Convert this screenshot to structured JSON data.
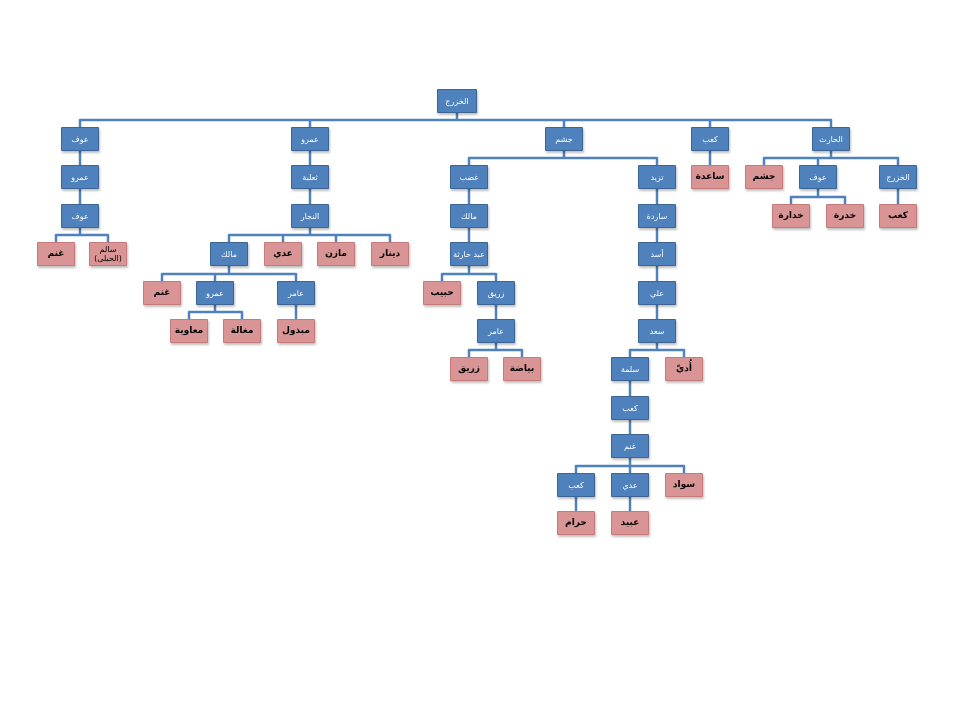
{
  "colors": {
    "branch": "#4f81bd",
    "leaf": "#d99595",
    "line": "#4f81bd"
  },
  "nodes": [
    {
      "id": "root",
      "label": "الخزرج",
      "kind": "branch"
    },
    {
      "id": "awf1",
      "label": "عوف",
      "kind": "branch",
      "parent": "root"
    },
    {
      "id": "amr1",
      "label": "عمرو",
      "kind": "branch",
      "parent": "awf1"
    },
    {
      "id": "awf2",
      "label": "عوف",
      "kind": "branch",
      "parent": "amr1"
    },
    {
      "id": "ghanm1",
      "label": "غنم",
      "kind": "leaf",
      "parent": "awf2"
    },
    {
      "id": "salim",
      "label": "سالم (الحبلى)",
      "kind": "leaf",
      "parent": "awf2"
    },
    {
      "id": "amr2",
      "label": "عمرو",
      "kind": "branch",
      "parent": "root"
    },
    {
      "id": "thalaba",
      "label": "ثعلبة",
      "kind": "branch",
      "parent": "amr2"
    },
    {
      "id": "najjar",
      "label": "النجار",
      "kind": "branch",
      "parent": "thalaba"
    },
    {
      "id": "malik1",
      "label": "مالك",
      "kind": "branch",
      "parent": "najjar"
    },
    {
      "id": "adi1",
      "label": "عدي",
      "kind": "leaf",
      "parent": "najjar"
    },
    {
      "id": "mazin",
      "label": "مازن",
      "kind": "leaf",
      "parent": "najjar"
    },
    {
      "id": "dinar",
      "label": "دينار",
      "kind": "leaf",
      "parent": "najjar"
    },
    {
      "id": "ghanm2",
      "label": "غنم",
      "kind": "leaf",
      "parent": "malik1"
    },
    {
      "id": "amr3",
      "label": "عمرو",
      "kind": "branch",
      "parent": "malik1"
    },
    {
      "id": "amir1",
      "label": "عامر",
      "kind": "branch",
      "parent": "malik1"
    },
    {
      "id": "muawiya",
      "label": "معاوية",
      "kind": "leaf",
      "parent": "amr3"
    },
    {
      "id": "maghala",
      "label": "مغالة",
      "kind": "leaf",
      "parent": "amr3"
    },
    {
      "id": "mabdhul",
      "label": "مبذول",
      "kind": "leaf",
      "parent": "amir1"
    },
    {
      "id": "jusham1",
      "label": "جشم",
      "kind": "branch",
      "parent": "root"
    },
    {
      "id": "ghadb",
      "label": "غضب",
      "kind": "branch",
      "parent": "jusham1"
    },
    {
      "id": "malik2",
      "label": "مالك",
      "kind": "branch",
      "parent": "ghadb"
    },
    {
      "id": "abdharitha",
      "label": "عبد حارثة",
      "kind": "branch",
      "parent": "malik2"
    },
    {
      "id": "habib",
      "label": "حبيب",
      "kind": "leaf",
      "parent": "abdharitha"
    },
    {
      "id": "zurayq1",
      "label": "زريق",
      "kind": "branch",
      "parent": "abdharitha"
    },
    {
      "id": "amir2",
      "label": "عامر",
      "kind": "branch",
      "parent": "zurayq1"
    },
    {
      "id": "zurayq2",
      "label": "زريق",
      "kind": "leaf",
      "parent": "amir2"
    },
    {
      "id": "bayada",
      "label": "بياضة",
      "kind": "leaf",
      "parent": "amir2"
    },
    {
      "id": "yazid",
      "label": "تزيد",
      "kind": "branch",
      "parent": "jusham1"
    },
    {
      "id": "sarida",
      "label": "ساردة",
      "kind": "branch",
      "parent": "yazid"
    },
    {
      "id": "asad",
      "label": "أسد",
      "kind": "branch",
      "parent": "sarida"
    },
    {
      "id": "ali",
      "label": "علي",
      "kind": "branch",
      "parent": "asad"
    },
    {
      "id": "saad",
      "label": "سعد",
      "kind": "branch",
      "parent": "ali"
    },
    {
      "id": "salima",
      "label": "سلمة",
      "kind": "branch",
      "parent": "saad"
    },
    {
      "id": "udayy",
      "label": "أُديّ",
      "kind": "leaf",
      "parent": "saad"
    },
    {
      "id": "kab1",
      "label": "كعب",
      "kind": "branch",
      "parent": "salima"
    },
    {
      "id": "ghanm3",
      "label": "غنم",
      "kind": "branch",
      "parent": "kab1"
    },
    {
      "id": "kab2",
      "label": "كعب",
      "kind": "branch",
      "parent": "ghanm3"
    },
    {
      "id": "adi2",
      "label": "عدي",
      "kind": "branch",
      "parent": "ghanm3"
    },
    {
      "id": "sawad",
      "label": "سواد",
      "kind": "leaf",
      "parent": "ghanm3"
    },
    {
      "id": "haram",
      "label": "حرام",
      "kind": "leaf",
      "parent": "kab2"
    },
    {
      "id": "ubayd",
      "label": "عبيد",
      "kind": "leaf",
      "parent": "adi2"
    },
    {
      "id": "kab3",
      "label": "كعب",
      "kind": "branch",
      "parent": "root"
    },
    {
      "id": "saida",
      "label": "ساعدة",
      "kind": "leaf",
      "parent": "kab3"
    },
    {
      "id": "harith",
      "label": "الحارث",
      "kind": "branch",
      "parent": "root"
    },
    {
      "id": "jusham2",
      "label": "جشم",
      "kind": "leaf",
      "parent": "harith"
    },
    {
      "id": "awf3",
      "label": "عوف",
      "kind": "branch",
      "parent": "harith"
    },
    {
      "id": "khazraj2",
      "label": "الخزرج",
      "kind": "branch",
      "parent": "harith"
    },
    {
      "id": "khudara",
      "label": "خدارة",
      "kind": "leaf",
      "parent": "awf3"
    },
    {
      "id": "khudra",
      "label": "خدرة",
      "kind": "leaf",
      "parent": "awf3"
    },
    {
      "id": "kab4",
      "label": "كعب",
      "kind": "leaf",
      "parent": "khazraj2"
    }
  ]
}
